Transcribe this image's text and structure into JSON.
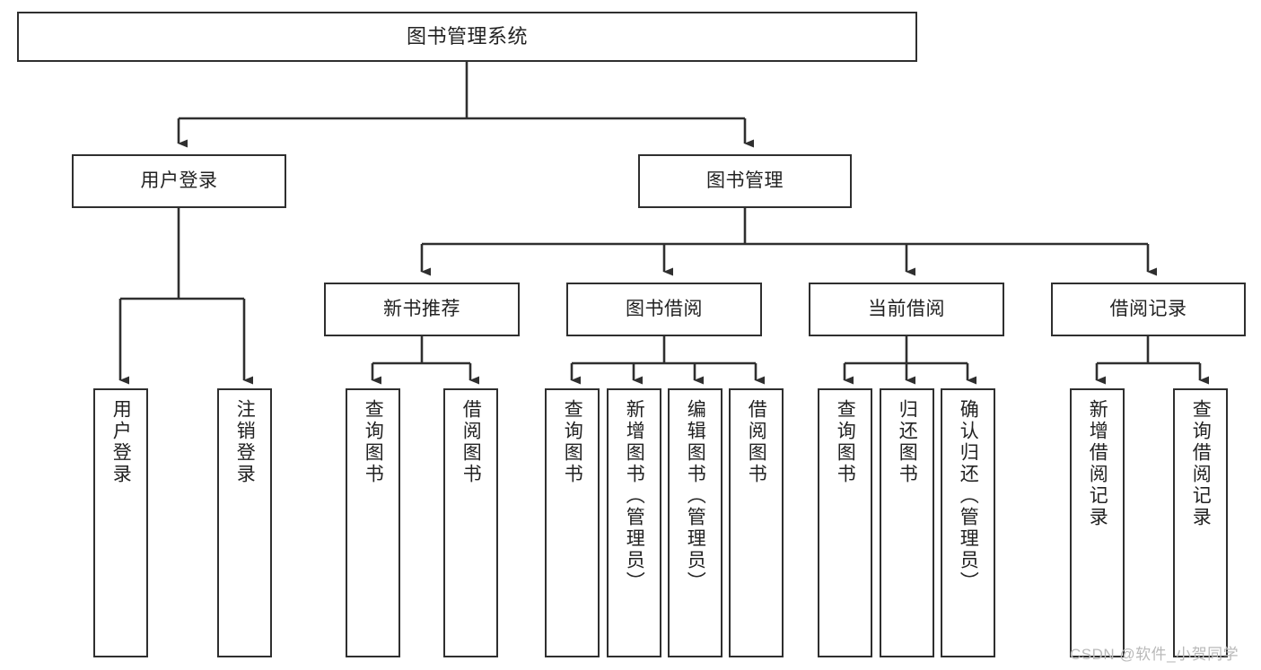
{
  "diagram": {
    "title": "图书管理系统",
    "type": "tree-hierarchy-chart",
    "root": {
      "label": "图书管理系统"
    },
    "level1": [
      {
        "label": "用户登录"
      },
      {
        "label": "图书管理"
      }
    ],
    "level2": [
      {
        "label": "新书推荐"
      },
      {
        "label": "图书借阅"
      },
      {
        "label": "当前借阅"
      },
      {
        "label": "借阅记录"
      }
    ],
    "leaves": {
      "user_login": [
        {
          "label": "用户登录"
        },
        {
          "label": "注销登录"
        }
      ],
      "new_book_recommend": [
        {
          "label": "查询图书"
        },
        {
          "label": "借阅图书"
        }
      ],
      "book_borrow": [
        {
          "label": "查询图书"
        },
        {
          "label": "新增图书（管理员）"
        },
        {
          "label": "编辑图书（管理员）"
        },
        {
          "label": "借阅图书"
        }
      ],
      "current_borrow": [
        {
          "label": "查询图书"
        },
        {
          "label": "归还图书"
        },
        {
          "label": "确认归还（管理员）"
        }
      ],
      "borrow_records": [
        {
          "label": "新增借阅记录"
        },
        {
          "label": "查询借阅记录"
        }
      ]
    }
  },
  "watermark": {
    "text": "CSDN @软件_小贺同学"
  },
  "colors": {
    "border": "#2f2f2f",
    "background": "#ffffff",
    "text": "#222222",
    "connector": "#2f2f2f",
    "watermark": "#b9b9b9"
  }
}
